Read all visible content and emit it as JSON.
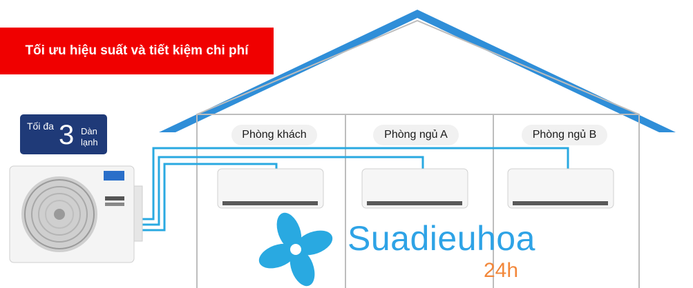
{
  "banner": {
    "text": "Tối ưu hiệu suất và tiết kiệm chi phí"
  },
  "max_units": {
    "prefix": "Tối đa",
    "number": "3",
    "unit": "Dàn lạnh"
  },
  "rooms": [
    {
      "label": "Phòng khách"
    },
    {
      "label": "Phòng ngủ A"
    },
    {
      "label": "Phòng ngủ B"
    }
  ],
  "watermark": {
    "brand": "Suadieuhoa",
    "suffix": "24h"
  },
  "colors": {
    "banner": "#f00000",
    "roof": "#2f8ed8",
    "pipe": "#29a9e1",
    "badge": "#1f3a78",
    "brand": "#2ea3e6",
    "brand_suffix": "#f2873a"
  },
  "icons": [
    "fan-logo-icon",
    "outdoor-unit-icon",
    "indoor-unit-icon"
  ]
}
